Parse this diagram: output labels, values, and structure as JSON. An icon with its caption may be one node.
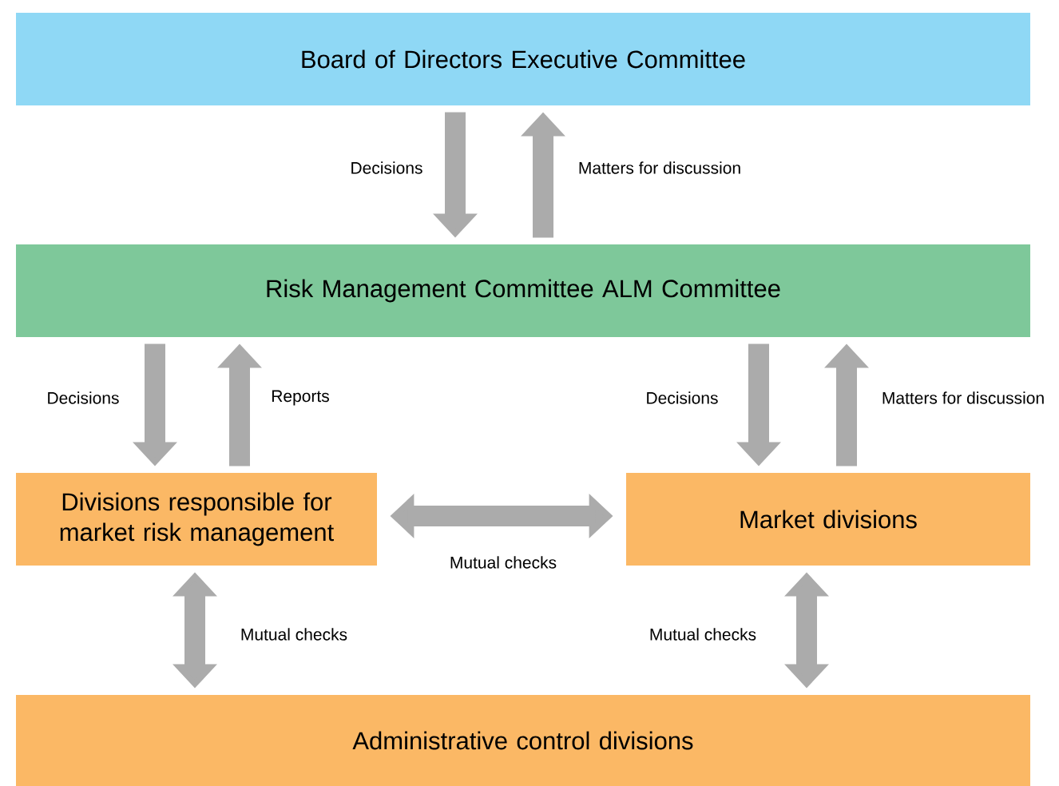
{
  "diagram": {
    "nodes": [
      {
        "text": [
          "Board of Directors Executive Committee"
        ]
      },
      {
        "text": [
          "Risk Management Committee ALM Committee"
        ]
      },
      {
        "text": [
          "Divisions responsible for market risk management"
        ]
      },
      {
        "text": [
          "Market divisions"
        ]
      },
      {
        "text": [
          "Administrative control divisions"
        ]
      }
    ],
    "edges": [
      {
        "from": 0,
        "to": 1,
        "arrow": "to",
        "label": "Decisions"
      },
      {
        "from": 1,
        "to": 0,
        "arrow": "to",
        "label": "Matters for discussion"
      },
      {
        "from": 1,
        "to": 2,
        "arrow": "to",
        "label": "Decisions"
      },
      {
        "from": 2,
        "to": 1,
        "arrow": "to",
        "label": "Reports"
      },
      {
        "from": 1,
        "to": 3,
        "arrow": "to",
        "label": "Decisions"
      },
      {
        "from": 3,
        "to": 1,
        "arrow": "to",
        "label": "Matters for discussion"
      },
      {
        "from": 2,
        "to": 3,
        "arrow": "both",
        "label": "Mutual checks"
      },
      {
        "from": 2,
        "to": 4,
        "arrow": "both",
        "label": "Mutual checks"
      },
      {
        "from": 3,
        "to": 4,
        "arrow": "both",
        "label": "Mutual checks"
      }
    ]
  }
}
